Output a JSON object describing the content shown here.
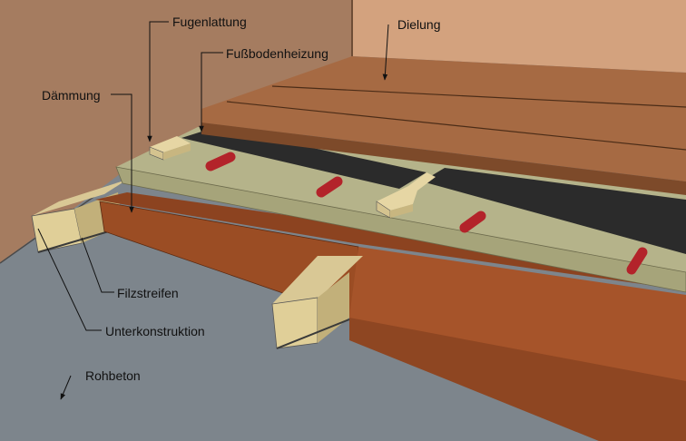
{
  "labels": {
    "fugenlattung": "Fugenlattung",
    "dielung": "Dielung",
    "fussbodenheizung": "Fußbodenheizung",
    "daemmung": "Dämmung",
    "filzstreifen": "Filzstreifen",
    "unterkonstruktion": "Unterkonstruktion",
    "rohbeton": "Rohbeton"
  },
  "colors": {
    "concrete": "#7d858c",
    "wall": "#a57c60",
    "wall_right": "#d3a27e",
    "dielung": "#a66a43",
    "insulation": "#9b4d24",
    "osb": "#b5b38a",
    "timber": "#e0cf98",
    "heating_film": "#2b2b2b",
    "pipe": "#b3232a"
  }
}
